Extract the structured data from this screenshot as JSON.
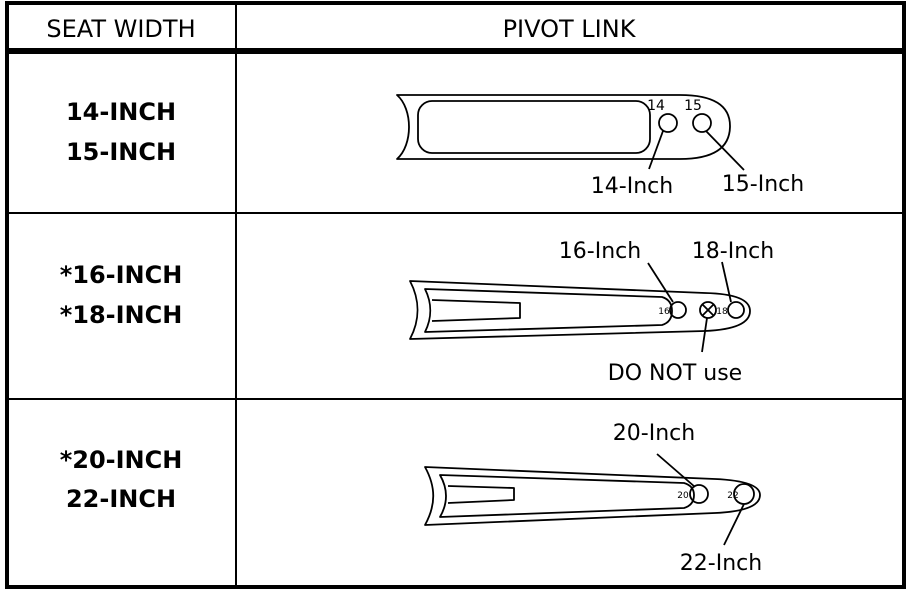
{
  "header": {
    "seat_width": "SEAT WIDTH",
    "pivot_link": "PIVOT LINK"
  },
  "rows": [
    {
      "widths": [
        "14-INCH",
        "15-INCH"
      ],
      "hole_marks": [
        "14",
        "15"
      ],
      "callouts": [
        "14-Inch",
        "15-Inch"
      ]
    },
    {
      "widths": [
        "*16-INCH",
        "*18-INCH"
      ],
      "hole_marks": [
        "16",
        "18"
      ],
      "callouts": [
        "16-Inch",
        "18-Inch",
        "DO NOT use"
      ]
    },
    {
      "widths": [
        "*20-INCH",
        "22-INCH"
      ],
      "hole_marks": [
        "20",
        "22"
      ],
      "callouts": [
        "20-Inch",
        "22-Inch"
      ]
    }
  ]
}
